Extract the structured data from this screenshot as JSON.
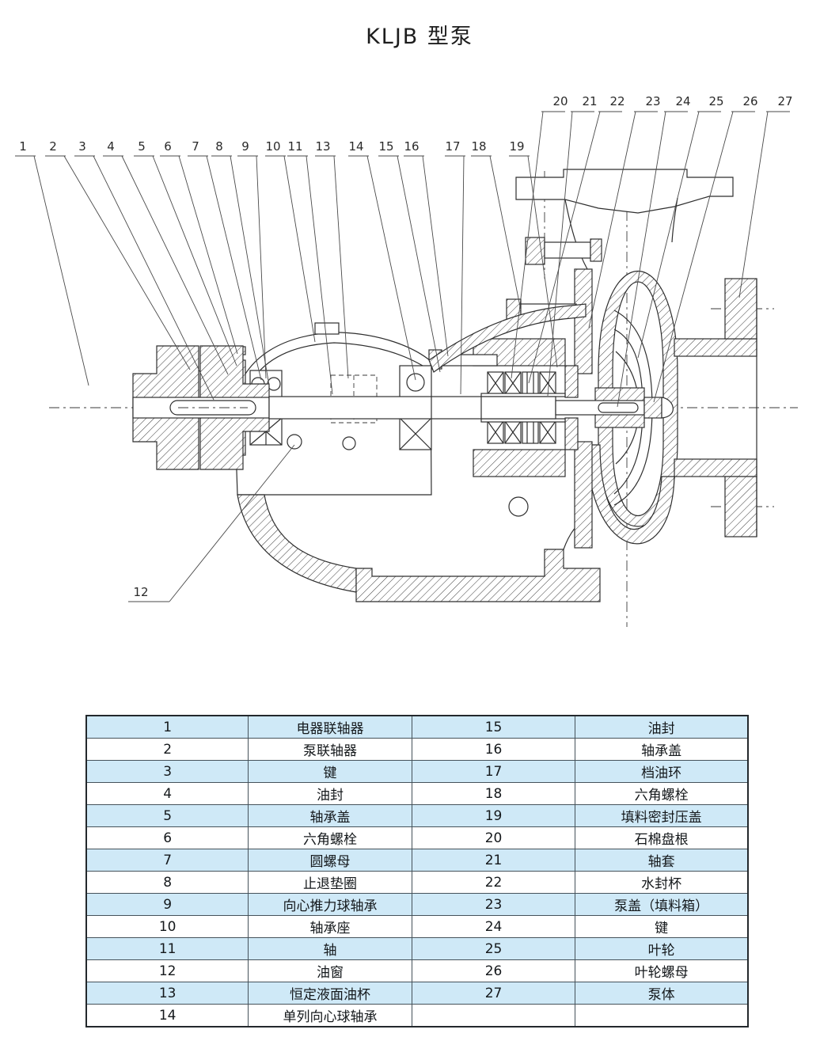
{
  "title": "KLJB 型泵",
  "diagram": {
    "callouts_top_left": [
      "1",
      "2",
      "3",
      "4",
      "5",
      "6",
      "7",
      "8",
      "9",
      "10",
      "11",
      "13",
      "14",
      "15",
      "16",
      "17",
      "18",
      "19"
    ],
    "callouts_top_right": [
      "20",
      "21",
      "22",
      "23",
      "24",
      "25",
      "26",
      "27"
    ],
    "callout_bottom_left": "12"
  },
  "table": {
    "rows": [
      {
        "no_left": "1",
        "name_left": "电器联轴器",
        "no_right": "15",
        "name_right": "油封"
      },
      {
        "no_left": "2",
        "name_left": "泵联轴器",
        "no_right": "16",
        "name_right": "轴承盖"
      },
      {
        "no_left": "3",
        "name_left": "键",
        "no_right": "17",
        "name_right": "档油环"
      },
      {
        "no_left": "4",
        "name_left": "油封",
        "no_right": "18",
        "name_right": "六角螺栓"
      },
      {
        "no_left": "5",
        "name_left": "轴承盖",
        "no_right": "19",
        "name_right": "填料密封压盖"
      },
      {
        "no_left": "6",
        "name_left": "六角螺栓",
        "no_right": "20",
        "name_right": "石棉盘根"
      },
      {
        "no_left": "7",
        "name_left": "圆螺母",
        "no_right": "21",
        "name_right": "轴套"
      },
      {
        "no_left": "8",
        "name_left": "止退垫圈",
        "no_right": "22",
        "name_right": "水封杯"
      },
      {
        "no_left": "9",
        "name_left": "向心推力球轴承",
        "no_right": "23",
        "name_right": "泵盖（填料箱）"
      },
      {
        "no_left": "10",
        "name_left": "轴承座",
        "no_right": "24",
        "name_right": "键"
      },
      {
        "no_left": "11",
        "name_left": "轴",
        "no_right": "25",
        "name_right": "叶轮"
      },
      {
        "no_left": "12",
        "name_left": "油窗",
        "no_right": "26",
        "name_right": "叶轮螺母"
      },
      {
        "no_left": "13",
        "name_left": "恒定液面油杯",
        "no_right": "27",
        "name_right": "泵体"
      },
      {
        "no_left": "14",
        "name_left": "单列向心球轴承",
        "no_right": "",
        "name_right": ""
      }
    ]
  },
  "colors": {
    "row_alt": "#cfe9f7",
    "line": "#2e2e2e",
    "table_border": "#23282c"
  }
}
